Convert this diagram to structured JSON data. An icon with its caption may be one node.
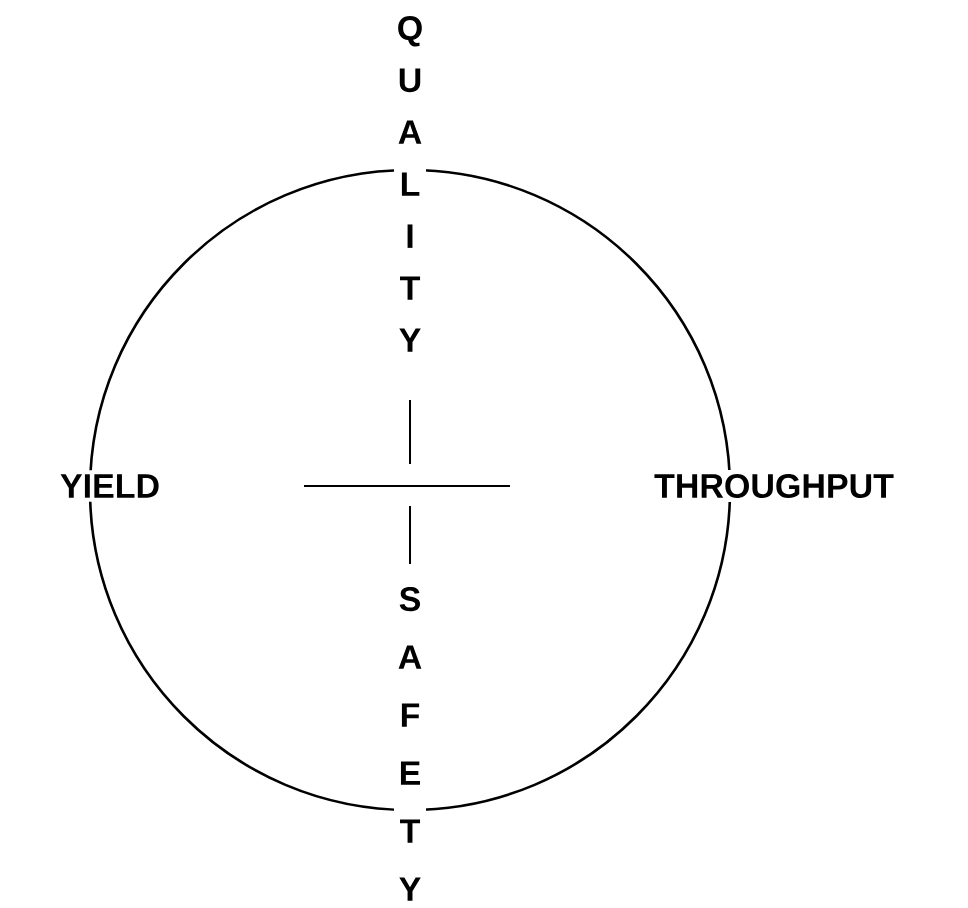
{
  "diagram": {
    "labels": [
      "QUALITY",
      "YIELD",
      "THROUGHPUT",
      "SAFETY"
    ]
  }
}
